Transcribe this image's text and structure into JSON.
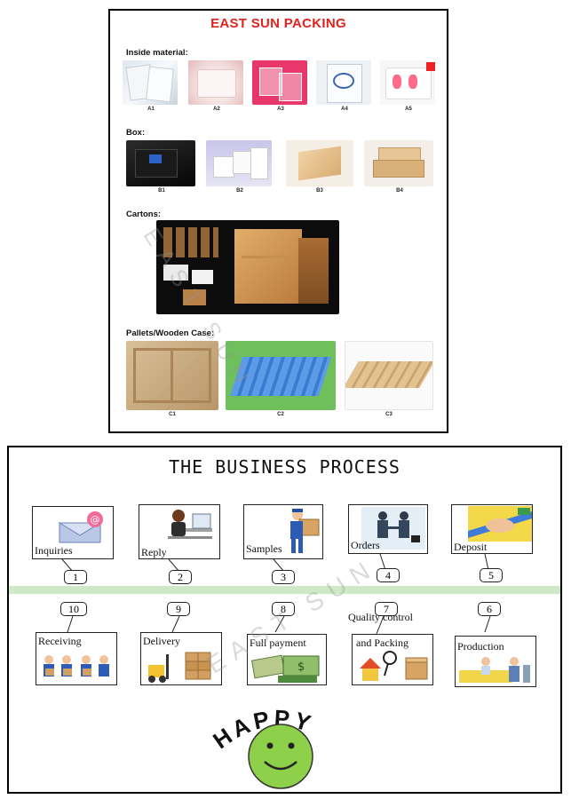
{
  "top": {
    "title": "EAST SUN PACKING",
    "sections": {
      "inside": "Inside material:",
      "box": "Box:",
      "cartons": "Cartons:",
      "pallets": "Pallets/Wooden Case:"
    },
    "captions": {
      "a": [
        "A1",
        "A2",
        "A3",
        "A4",
        "A5"
      ],
      "b": [
        "B1",
        "B2",
        "B3",
        "B4"
      ],
      "c": [
        "C1",
        "C2",
        "C3"
      ]
    },
    "watermark": "EAST SUN"
  },
  "process": {
    "title": "THE BUSINESS PROCESS",
    "steps": [
      {
        "num": "1",
        "label": "Inquiries"
      },
      {
        "num": "2",
        "label": "Reply"
      },
      {
        "num": "3",
        "label": "Samples"
      },
      {
        "num": "4",
        "label": "Orders"
      },
      {
        "num": "5",
        "label": "Deposit"
      },
      {
        "num": "6",
        "label": "Production"
      },
      {
        "num": "7",
        "label": "Quality control"
      },
      {
        "num": "8",
        "label": "Full payment"
      },
      {
        "num": "9",
        "label": "Delivery"
      },
      {
        "num": "10",
        "label": "Receiving"
      }
    ],
    "step7_line2": "and Packing",
    "watermark": "EAST SUN",
    "happy": "HAPPY"
  },
  "colors": {
    "title_red": "#e0231d",
    "band_green": "#cfe9c6",
    "smiley": "#8ed04a"
  }
}
